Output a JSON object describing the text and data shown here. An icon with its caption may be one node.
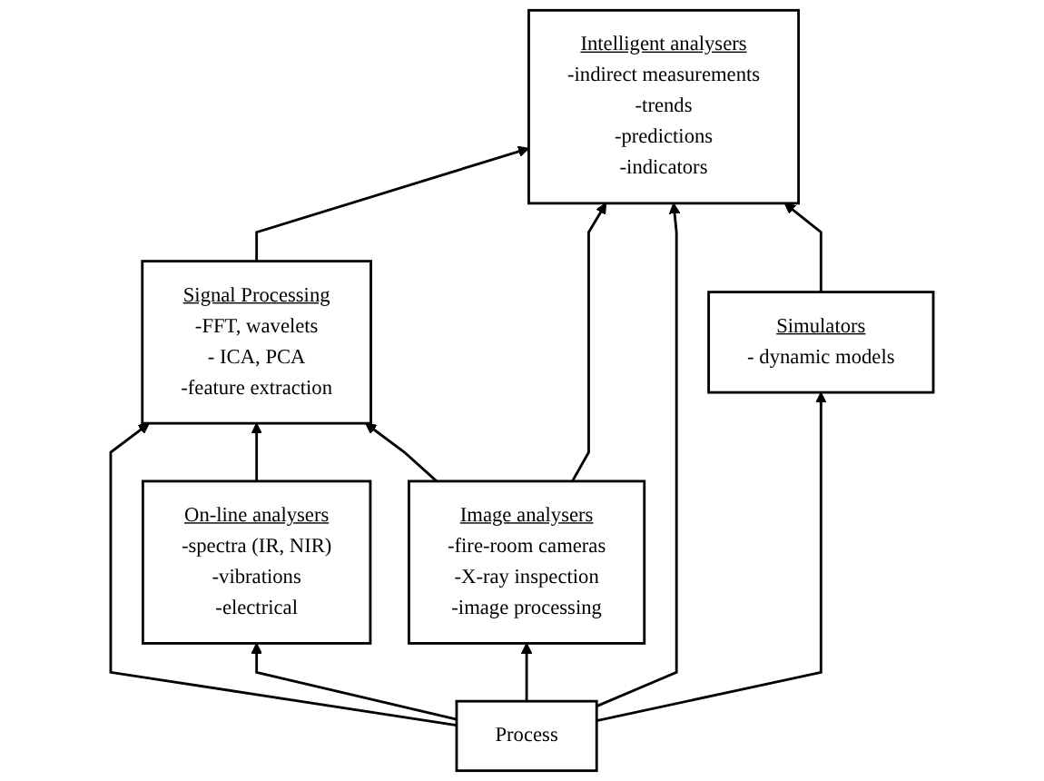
{
  "diagram": {
    "nodes": [
      {
        "text": [
          "Signal Processing",
          "-FFT, wavelets",
          "- ICA, PCA",
          "-feature extraction"
        ]
      },
      {
        "text": [
          "Intelligent analysers",
          "-indirect measurements",
          "-trends",
          "-predictions",
          "-indicators"
        ]
      },
      {
        "text": [
          "On-line analysers",
          "-spectra (IR, NIR)",
          "-vibrations",
          "-electrical"
        ]
      },
      {
        "text": [
          "Image analysers",
          "-fire-room cameras",
          "-X-ray inspection",
          "-image processing"
        ]
      },
      {
        "text": [
          "Simulators",
          "- dynamic models"
        ]
      },
      {
        "text": [
          "Process"
        ]
      }
    ],
    "edges": [
      {
        "from": 0,
        "to": 1,
        "arrow": "to"
      },
      {
        "from": 5,
        "to": 0,
        "arrow": "to"
      },
      {
        "from": 2,
        "to": 0,
        "arrow": "to"
      },
      {
        "from": 3,
        "to": 0,
        "arrow": "to"
      },
      {
        "from": 3,
        "to": 1,
        "arrow": "to"
      },
      {
        "from": 5,
        "to": 1,
        "arrow": "to"
      },
      {
        "from": 4,
        "to": 1,
        "arrow": "to"
      },
      {
        "from": 5,
        "to": 2,
        "arrow": "to"
      },
      {
        "from": 5,
        "to": 3,
        "arrow": "to"
      },
      {
        "from": 5,
        "to": 4,
        "arrow": "to"
      }
    ]
  }
}
